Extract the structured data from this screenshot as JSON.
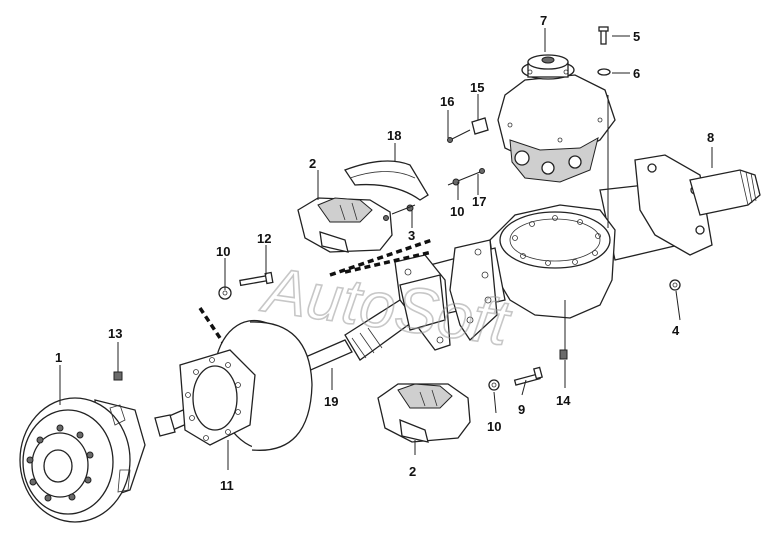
{
  "watermark": "AutoSoft",
  "callouts": [
    {
      "id": "c1",
      "label": "1"
    },
    {
      "id": "c2a",
      "label": "2"
    },
    {
      "id": "c2b",
      "label": "2"
    },
    {
      "id": "c3",
      "label": "3"
    },
    {
      "id": "c4",
      "label": "4"
    },
    {
      "id": "c5",
      "label": "5"
    },
    {
      "id": "c6",
      "label": "6"
    },
    {
      "id": "c7",
      "label": "7"
    },
    {
      "id": "c8",
      "label": "8"
    },
    {
      "id": "c9",
      "label": "9"
    },
    {
      "id": "c10a",
      "label": "10"
    },
    {
      "id": "c10b",
      "label": "10"
    },
    {
      "id": "c10c",
      "label": "10"
    },
    {
      "id": "c11",
      "label": "11"
    },
    {
      "id": "c12",
      "label": "12"
    },
    {
      "id": "c13",
      "label": "13"
    },
    {
      "id": "c14",
      "label": "14"
    },
    {
      "id": "c15",
      "label": "15"
    },
    {
      "id": "c16",
      "label": "16"
    },
    {
      "id": "c17",
      "label": "17"
    },
    {
      "id": "c18",
      "label": "18"
    },
    {
      "id": "c19",
      "label": "19"
    }
  ]
}
